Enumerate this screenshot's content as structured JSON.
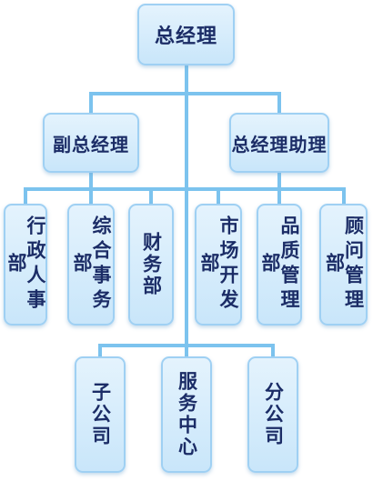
{
  "org_chart": {
    "root": "总经理",
    "level2": [
      "副总经理",
      "总经理助理"
    ],
    "departments": [
      "行政人事部",
      "综合事务部",
      "财务部",
      "市场开发部",
      "品质管理部",
      "顾问管理部"
    ],
    "subsidiaries": [
      "子公司",
      "服务中心",
      "分公司"
    ]
  },
  "colors": {
    "connector": "#7cc3ee",
    "box_fill": "#d6edfb",
    "box_border": "#9fd0f3",
    "text": "#1b2c66"
  }
}
